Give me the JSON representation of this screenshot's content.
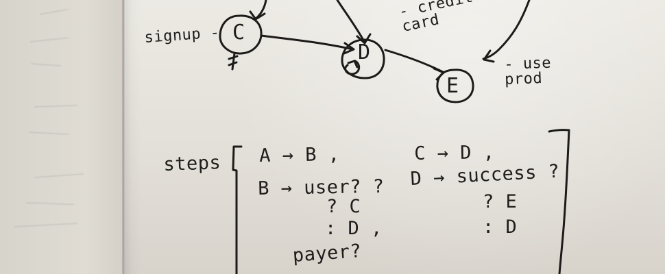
{
  "diagram": {
    "notes": {
      "signup": "signup -",
      "credit_card": "- credit\ncard",
      "use_prod": "- use\nprod"
    },
    "nodes": {
      "c": "C",
      "d": "D",
      "e": "E"
    }
  },
  "steps": {
    "label": "steps",
    "left_column": {
      "line1": "A → B ,",
      "line2": "B → user? ?",
      "line3": "? C",
      "line4": ": D ,",
      "line5": "payer?"
    },
    "right_column": {
      "line1": "C → D ,",
      "line2": "D → success ?",
      "line3": "? E",
      "line4": ": D"
    }
  }
}
